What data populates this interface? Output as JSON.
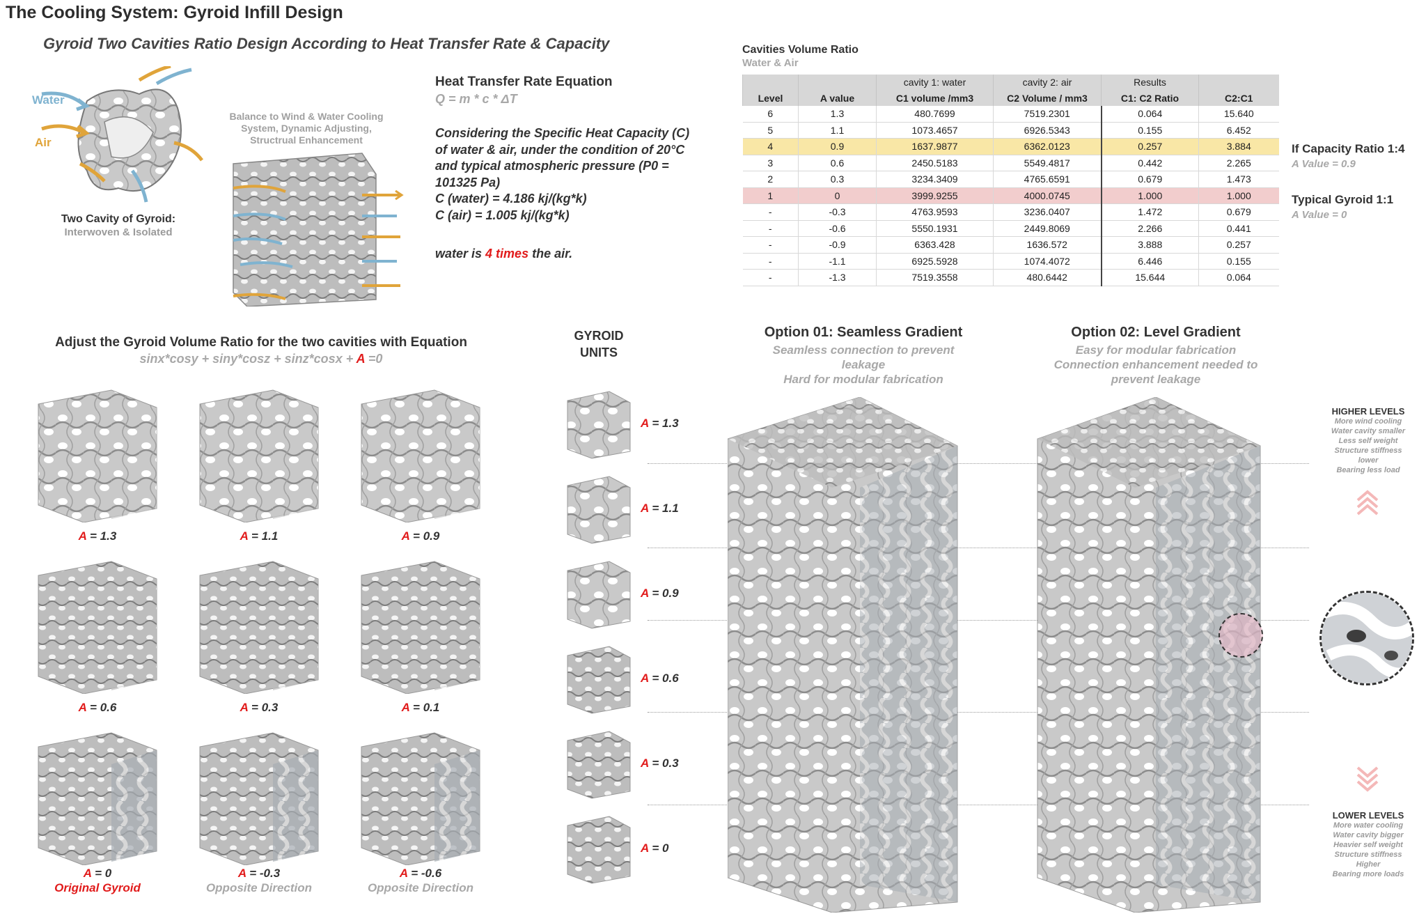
{
  "header": {
    "title": "The Cooling System: Gyroid Infill Design",
    "subtitle": "Gyroid Two Cavities Ratio Design According to Heat Transfer Rate & Capacity"
  },
  "top_left": {
    "water_label": "Water",
    "air_label": "Air",
    "cavity_caption": "Two Cavity of Gyroid:",
    "cavity_caption_sub": "Interwoven & Isolated",
    "balance_caption_lines": [
      "Balance to Wind & Water Cooling",
      "System, Dynamic Adjusting,",
      "Structrual Enhancement"
    ]
  },
  "equation": {
    "title": "Heat Transfer Rate Equation",
    "formula": "Q = m * c * ΔT",
    "body_lines": [
      "Considering the Specific Heat Capacity (C)",
      "of water & air, under the condition of 20°C",
      "and typical atmospheric pressure (P0 =",
      "101325 Pa)",
      "C (water) = 4.186 kj/(kg*k)",
      "C (air)  = 1.005 kj/(kg*k)"
    ],
    "conclusion_pre": "water is ",
    "conclusion_highlight": "4 times",
    "conclusion_post": " the air."
  },
  "table": {
    "title": "Cavities Volume Ratio",
    "subtitle": "Water & Air",
    "header1": [
      "",
      "",
      "cavity 1: water",
      "cavity 2: air",
      "Results",
      ""
    ],
    "header2": [
      "Level",
      "A value",
      "C1 volume /mm3",
      "C2 Volume / mm3",
      "C1: C2 Ratio",
      "C2:C1"
    ],
    "rows": [
      [
        "6",
        "1.3",
        "480.7699",
        "7519.2301",
        "0.064",
        "15.640"
      ],
      [
        "5",
        "1.1",
        "1073.4657",
        "6926.5343",
        "0.155",
        "6.452"
      ],
      [
        "4",
        "0.9",
        "1637.9877",
        "6362.0123",
        "0.257",
        "3.884"
      ],
      [
        "3",
        "0.6",
        "2450.5183",
        "5549.4817",
        "0.442",
        "2.265"
      ],
      [
        "2",
        "0.3",
        "3234.3409",
        "4765.6591",
        "0.679",
        "1.473"
      ],
      [
        "1",
        "0",
        "3999.9255",
        "4000.0745",
        "1.000",
        "1.000"
      ],
      [
        "-",
        "-0.3",
        "4763.9593",
        "3236.0407",
        "1.472",
        "0.679"
      ],
      [
        "-",
        "-0.6",
        "5550.1931",
        "2449.8069",
        "2.266",
        "0.441"
      ],
      [
        "-",
        "-0.9",
        "6363.428",
        "1636.572",
        "3.888",
        "0.257"
      ],
      [
        "-",
        "-1.1",
        "6925.5928",
        "1074.4072",
        "6.446",
        "0.155"
      ],
      [
        "-",
        "-1.3",
        "7519.3558",
        "480.6442",
        "15.644",
        "0.064"
      ]
    ],
    "highlight_colors": {
      "yellow": "#f9e7a6",
      "red": "#f2cdcd"
    },
    "note1_title": "If Capacity Ratio 1:4",
    "note1_sub": "A Value = 0.9",
    "note2_title": "Typical Gyroid 1:1",
    "note2_sub": "A Value = 0"
  },
  "adjust": {
    "title": "Adjust the Gyroid Volume Ratio for the two cavities with Equation",
    "eq_pre": "sinx*cosy + siny*cosz + sinz*cosx + ",
    "eq_a": "A",
    "eq_post": " =0",
    "grid": [
      {
        "value": "1.3",
        "note": ""
      },
      {
        "value": "1.1",
        "note": ""
      },
      {
        "value": "0.9",
        "note": ""
      },
      {
        "value": "0.6",
        "note": ""
      },
      {
        "value": "0.3",
        "note": ""
      },
      {
        "value": "0.1",
        "note": ""
      },
      {
        "value": "0",
        "note": "Original Gyroid"
      },
      {
        "value": "-0.3",
        "note": "Opposite Direction"
      },
      {
        "value": "-0.6",
        "note": "Opposite Direction"
      }
    ],
    "a_symbol": "A",
    "eq_sign": " = "
  },
  "units": {
    "title_line1": "GYROID",
    "title_line2": "UNITS",
    "values": [
      "1.3",
      "1.1",
      "0.9",
      "0.6",
      "0.3",
      "0"
    ]
  },
  "option1": {
    "title": "Option 01: Seamless Gradient",
    "sub_lines": [
      "Seamless connection to prevent",
      "leakage",
      "Hard for modular fabrication"
    ]
  },
  "option2": {
    "title": "Option 02: Level Gradient",
    "sub_lines": [
      "Easy for modular fabrication",
      "Connection enhancement needed to",
      "prevent leakage"
    ]
  },
  "levels": {
    "higher_title": "HIGHER LEVELS",
    "higher_lines": [
      "More wind cooling",
      "Water cavity smaller",
      "Less self weight",
      "Structure stiffness",
      "lower",
      "Bearing less load"
    ],
    "lower_title": "LOWER LEVELS",
    "lower_lines": [
      "More water cooling",
      "Water cavity bigger",
      "Heavier self weight",
      "Structure stiffness",
      "Higher",
      "Bearing more loads"
    ]
  },
  "colors": {
    "water": "#7fb3d0",
    "air": "#e0a43a",
    "accent_red": "#e11b1b",
    "chevron": "#f4b8b8"
  }
}
